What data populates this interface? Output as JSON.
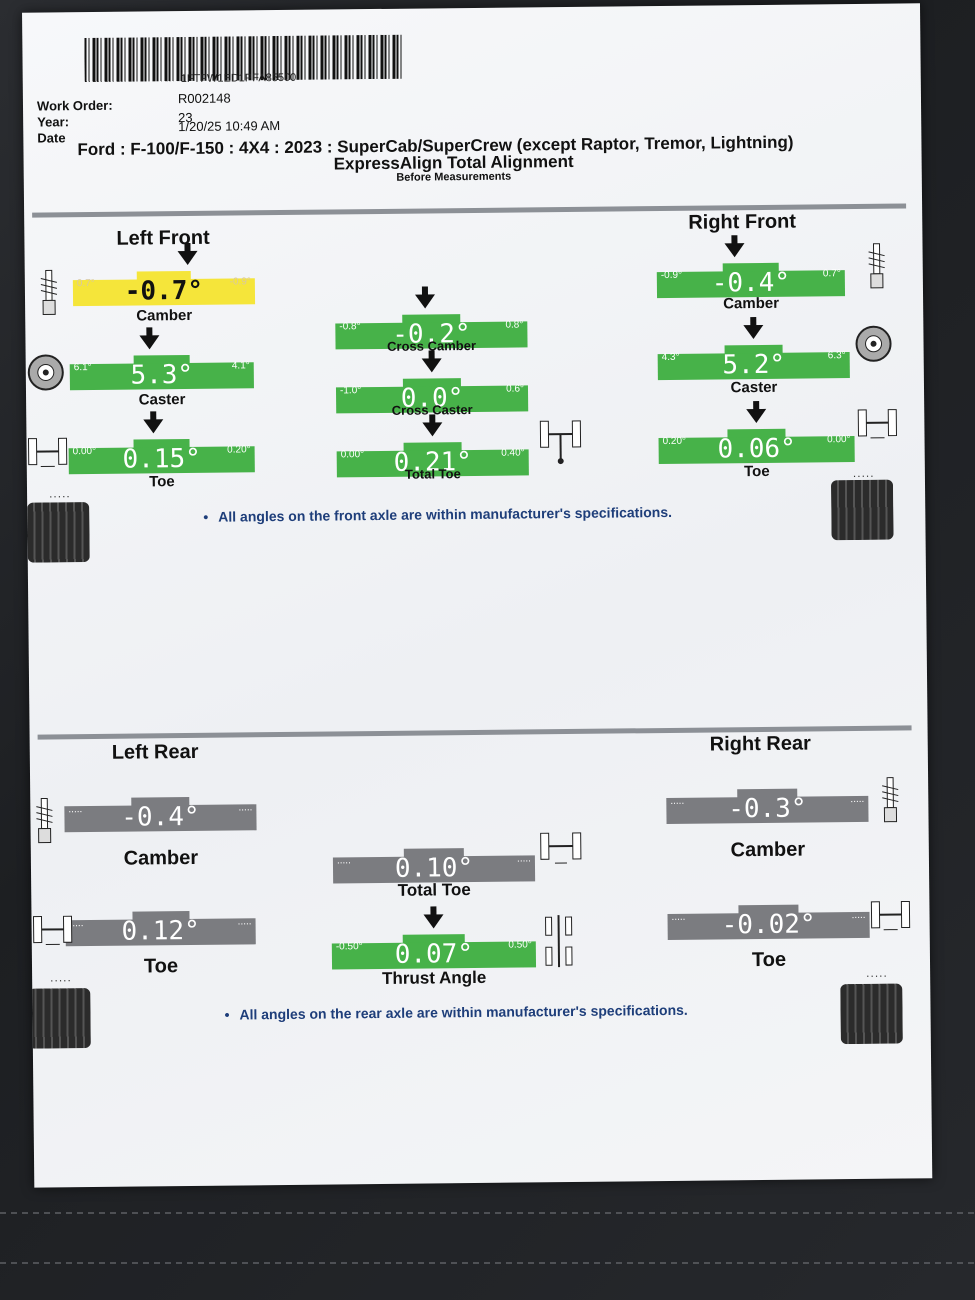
{
  "header": {
    "vin": "1FTFW1ED1PFA85500",
    "work_order_label": "Work Order:",
    "work_order": "R002148",
    "year_label": "Year:",
    "year": "23",
    "date_label": "Date",
    "date": "1/20/25 10:49 AM",
    "vehicle": "Ford : F-100/F-150 : 4X4 : 2023 : SuperCab/SuperCrew (except Raptor, Tremor, Lightning)",
    "service": "ExpressAlign Total Alignment",
    "subtitle": "Before Measurements"
  },
  "front": {
    "left_title": "Left Front",
    "right_title": "Right Front",
    "left_camber": {
      "lo": "0.7°",
      "hi": "-0.9°",
      "value": "-0.7°",
      "label": "Camber"
    },
    "left_caster": {
      "lo": "6.1°",
      "hi": "4.1°",
      "value": "5.3°",
      "label": "Caster"
    },
    "left_toe": {
      "lo": "0.00°",
      "hi": "0.20°",
      "value": "0.15°",
      "label": "Toe"
    },
    "cross_camber": {
      "lo": "-0.8°",
      "hi": "0.8°",
      "value": "-0.2°",
      "label": "Cross Camber"
    },
    "cross_caster": {
      "lo": "-1.0°",
      "hi": "0.6°",
      "value": "0.0°",
      "label": "Cross Caster"
    },
    "total_toe": {
      "lo": "0.00°",
      "hi": "0.40°",
      "value": "0.21°",
      "label": "Total Toe"
    },
    "right_camber": {
      "lo": "-0.9°",
      "hi": "0.7°",
      "value": "-0.4°",
      "label": "Camber"
    },
    "right_caster": {
      "lo": "4.3°",
      "hi": "6.3°",
      "value": "5.2°",
      "label": "Caster"
    },
    "right_toe": {
      "lo": "0.20°",
      "hi": "0.00°",
      "value": "0.06°",
      "label": "Toe"
    },
    "note": "All angles on the front axle are within manufacturer's specifications."
  },
  "rear": {
    "left_title": "Left Rear",
    "right_title": "Right Rear",
    "left_camber": {
      "lo": ".....",
      "hi": ".....",
      "value": "-0.4°",
      "label": "Camber"
    },
    "left_toe": {
      "lo": ".....",
      "hi": ".....",
      "value": "0.12°",
      "label": "Toe"
    },
    "total_toe": {
      "lo": ".....",
      "hi": ".....",
      "value": "0.10°",
      "label": "Total Toe"
    },
    "thrust_angle": {
      "lo": "-0.50°",
      "hi": "0.50°",
      "value": "0.07°",
      "label": "Thrust Angle"
    },
    "right_camber": {
      "lo": ".....",
      "hi": ".....",
      "value": "-0.3°",
      "label": "Camber"
    },
    "right_toe": {
      "lo": ".....",
      "hi": ".....",
      "value": "-0.02°",
      "label": "Toe"
    },
    "note": "All angles on the rear axle are within manufacturer's specifications."
  },
  "tire_dots": ".....",
  "colors": {
    "in_spec": "#47b249",
    "warning": "#f5e53a",
    "no_spec": "#7b7c80",
    "note_text": "#1e3e7a"
  },
  "icons": [
    "strut-icon",
    "wheel-hub-icon",
    "axle-toe-icon",
    "tire-tread-icon",
    "rear-axle-icon"
  ]
}
